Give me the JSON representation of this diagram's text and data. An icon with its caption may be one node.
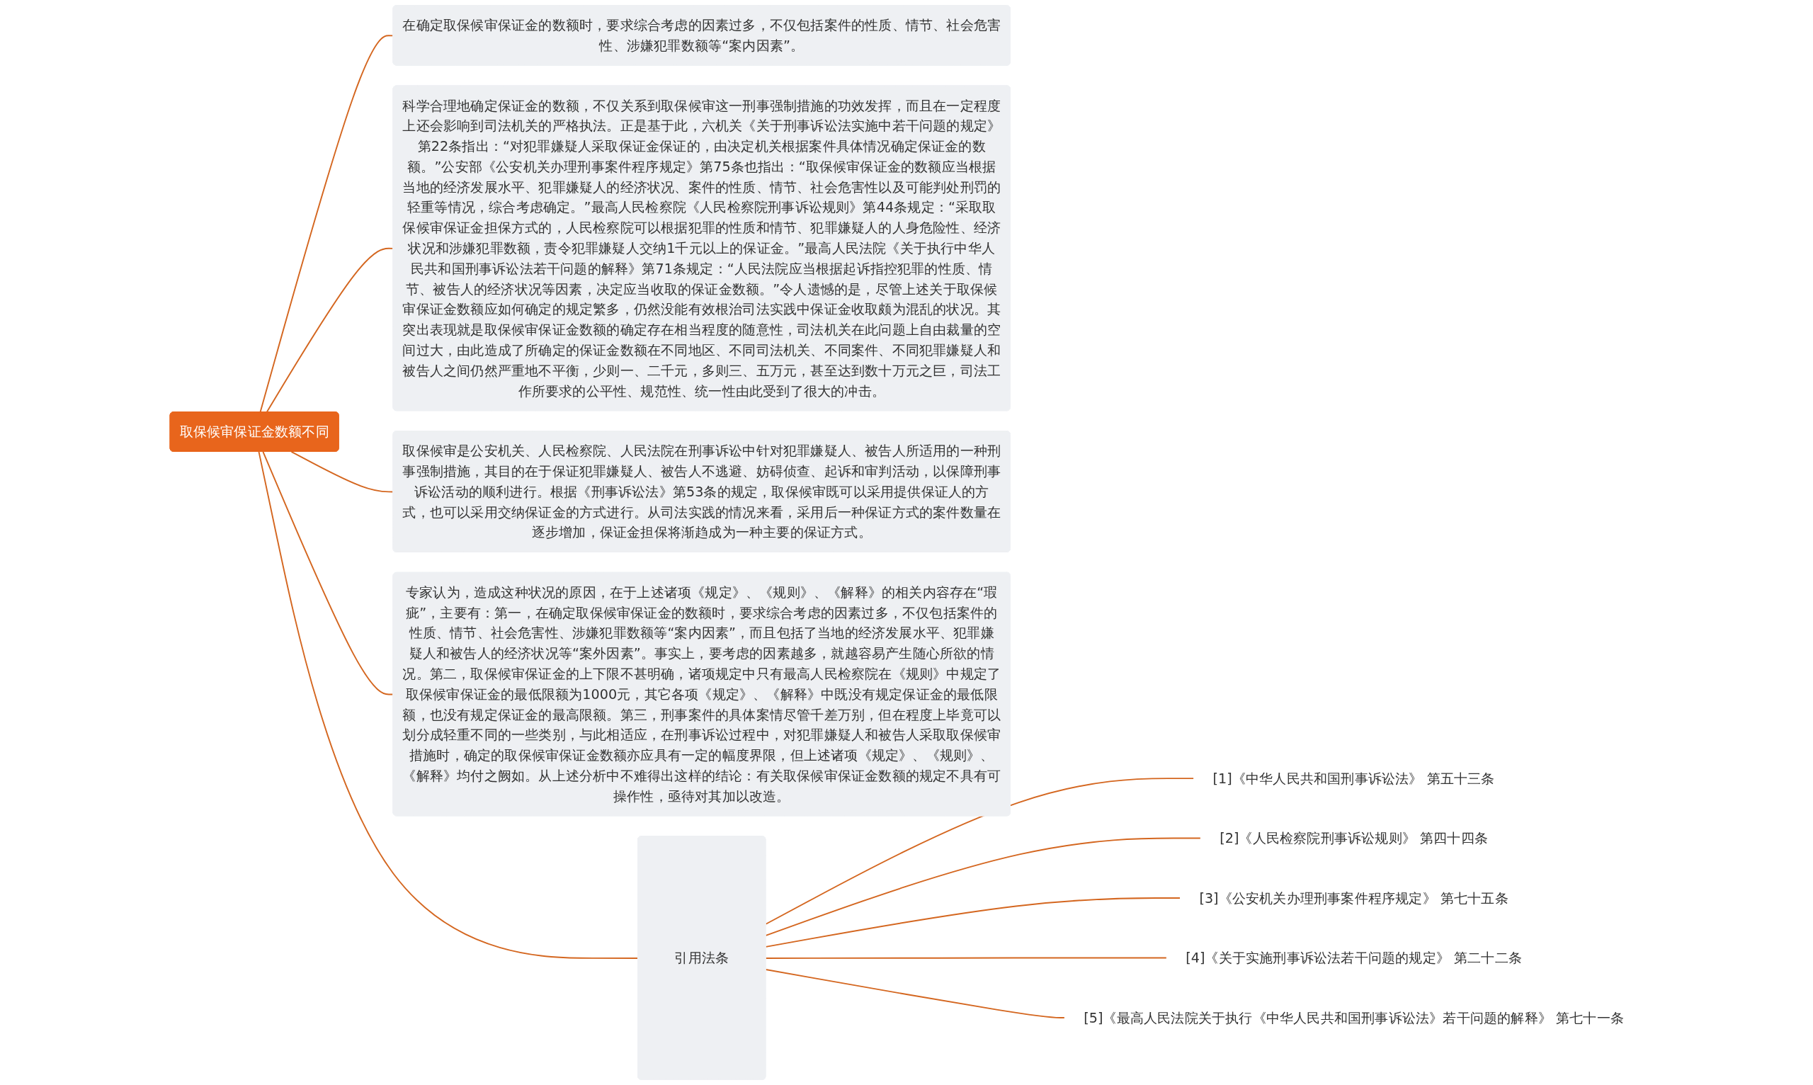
{
  "diagram": {
    "nodes": [
      {
        "text": [
          "取保候审保证金数额不同"
        ]
      },
      {
        "text": [
          "在确定取保候审保证金的数额时，要求综合考虑的因素过多，不仅包括案件的性质、情节、社会危害性、涉嫌犯罪数额等“案内因素”。"
        ]
      },
      {
        "text": [
          "科学合理地确定保证金的数额，不仅关系到取保候审这一刑事强制措施的功效发挥，而且在一定程度上还会影响到司法机关的严格执法。正是基于此，六机关《关于刑事诉讼法实施中若干问题的规定》第22条指出：“对犯罪嫌疑人采取保证金保证的，由决定机关根据案件具体情况确定保证金的数额。”公安部《公安机关办理刑事案件程序规定》第75条也指出：“取保候审保证金的数额应当根据当地的经济发展水平、犯罪嫌疑人的经济状况、案件的性质、情节、社会危害性以及可能判处刑罚的轻重等情况，综合考虑确定。”最高人民检察院《人民检察院刑事诉讼规则》第44条规定：“采取取保候审保证金担保方式的，人民检察院可以根据犯罪的性质和情节、犯罪嫌疑人的人身危险性、经济状况和涉嫌犯罪数额，责令犯罪嫌疑人交纳1千元以上的保证金。”最高人民法院《关于执行中华人民共和国刑事诉讼法若干问题的解释》第71条规定：“人民法院应当根据起诉指控犯罪的性质、情节、被告人的经济状况等因素，决定应当收取的保证金数额。”令人遗憾的是，尽管上述关于取保候审保证金数额应如何确定的规定繁多，仍然没能有效根治司法实践中保证金收取颇为混乱的状况。其突出表现就是取保候审保证金数额的确定存在相当程度的随意性，司法机关在此问题上自由裁量的空间过大，由此造成了所确定的保证金数额在不同地区、不同司法机关、不同案件、不同犯罪嫌疑人和被告人之间仍然严重地不平衡，少则一、二千元，多则三、五万元，甚至达到数十万元之巨，司法工作所要求的公平性、规范性、统一性由此受到了很大的冲击。"
        ]
      },
      {
        "text": [
          "取保候审是公安机关、人民检察院、人民法院在刑事诉讼中针对犯罪嫌疑人、被告人所适用的一种刑事强制措施，其目的在于保证犯罪嫌疑人、被告人不逃避、妨碍侦查、起诉和审判活动，以保障刑事诉讼活动的顺利进行。根据《刑事诉讼法》第53条的规定，取保候审既可以采用提供保证人的方式，也可以采用交纳保证金的方式进行。从司法实践的情况来看，采用后一种保证方式的案件数量在逐步增加，保证金担保将渐趋成为一种主要的保证方式。"
        ]
      },
      {
        "text": [
          "专家认为，造成这种状况的原因，在于上述诸项《规定》、《规则》、《解释》的相关内容存在“瑕疵”，主要有：第一，在确定取保候审保证金的数额时，要求综合考虑的因素过多，不仅包括案件的性质、情节、社会危害性、涉嫌犯罪数额等“案内因素”，而且包括了当地的经济发展水平、犯罪嫌疑人和被告人的经济状况等“案外因素”。事实上，要考虑的因素越多，就越容易产生随心所欲的情况。第二，取保候审保证金的上下限不甚明确，诸项规定中只有最高人民检察院在《规则》中规定了取保候审保证金的最低限额为1000元，其它各项《规定》、《解释》中既没有规定保证金的最低限额，也没有规定保证金的最高限额。第三，刑事案件的具体案情尽管千差万别，但在程度上毕竟可以划分成轻重不同的一些类别，与此相适应，在刑事诉讼过程中，对犯罪嫌疑人和被告人采取取保候审措施时，确定的取保候审保证金数额亦应具有一定的幅度界限，但上述诸项《规定》、《规则》、《解释》均付之阙如。从上述分析中不难得出这样的结论：有关取保候审保证金数额的规定不具有可操作性，亟待对其加以改造。"
        ]
      },
      {
        "text": [
          "引用法条"
        ]
      },
      {
        "text": [
          "[1]《中华人民共和国刑事诉讼法》 第五十三条"
        ]
      },
      {
        "text": [
          "[2]《人民检察院刑事诉讼规则》 第四十四条"
        ]
      },
      {
        "text": [
          "[3]《公安机关办理刑事案件程序规定》 第七十五条"
        ]
      },
      {
        "text": [
          "[4]《关于实施刑事诉讼法若干问题的规定》 第二十二条"
        ]
      },
      {
        "text": [
          "[5]《最高人民法院关于执行《中华人民共和国刑事诉讼法》若干问题的解释》 第七十一条"
        ]
      }
    ],
    "edges": [
      {
        "from": 0,
        "to": 1,
        "arrow": "none"
      },
      {
        "from": 0,
        "to": 2,
        "arrow": "none"
      },
      {
        "from": 0,
        "to": 3,
        "arrow": "none"
      },
      {
        "from": 0,
        "to": 4,
        "arrow": "none"
      },
      {
        "from": 0,
        "to": 5,
        "arrow": "none"
      },
      {
        "from": 5,
        "to": 6,
        "arrow": "none"
      },
      {
        "from": 5,
        "to": 7,
        "arrow": "none"
      },
      {
        "from": 5,
        "to": 8,
        "arrow": "none"
      },
      {
        "from": 5,
        "to": 9,
        "arrow": "none"
      },
      {
        "from": 5,
        "to": 10,
        "arrow": "none"
      }
    ]
  }
}
